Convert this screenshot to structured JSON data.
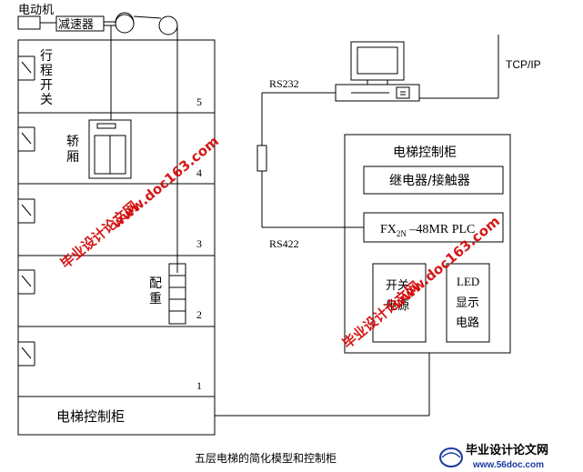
{
  "labels": {
    "motor": "电动机",
    "reducer": "减速器",
    "limit_switch_chars": [
      "行",
      "程",
      "开",
      "关"
    ],
    "car_chars": [
      "轿",
      "厢"
    ],
    "counterweight_chars": [
      "配",
      "重"
    ],
    "bottom_cabinet": "电梯控制柜",
    "cabinet_title": "电梯控制柜",
    "relay": "继电器/接触器",
    "plc_prefix": "FX",
    "plc_sub": "2N",
    "plc_suffix": " –48MR PLC",
    "power_fragment_1": "开关",
    "power_fragment_2": "电源",
    "led_lines": [
      "LED",
      "显示",
      "电路"
    ],
    "rs232": "RS232",
    "rs422": "RS422",
    "tcpip": "TCP/IP",
    "caption": "五层电梯的简化模型和控制柜"
  },
  "floors": [
    "5",
    "4",
    "3",
    "2",
    "1"
  ],
  "watermarks": {
    "site_cn": "毕业设计论文网",
    "site_url": "www.doc163.com",
    "logo_cn": "毕业设计论文网",
    "logo_url": "www.56doc.com"
  },
  "colors": {
    "line": "#000000",
    "watermark": "#d20000",
    "logo_blue": "#1a3aa0"
  }
}
